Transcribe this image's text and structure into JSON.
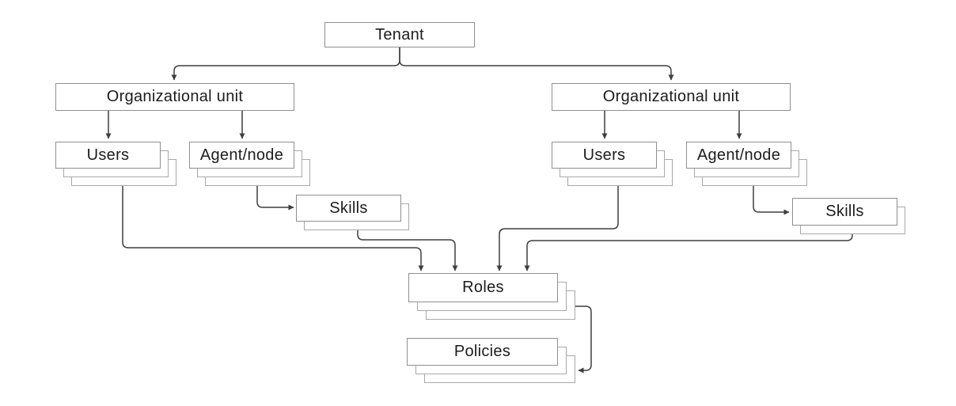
{
  "diagram": {
    "type": "hierarchy-diagram",
    "nodes": {
      "tenant": {
        "label": "Tenant",
        "stack": 1
      },
      "ou_left": {
        "label": "Organizational unit",
        "stack": 1
      },
      "ou_right": {
        "label": "Organizational unit",
        "stack": 1
      },
      "users_left": {
        "label": "Users",
        "stack": 3
      },
      "agent_left": {
        "label": "Agent/node",
        "stack": 3
      },
      "users_right": {
        "label": "Users",
        "stack": 3
      },
      "agent_right": {
        "label": "Agent/node",
        "stack": 3
      },
      "skills_left": {
        "label": "Skills",
        "stack": 2
      },
      "skills_right": {
        "label": "Skills",
        "stack": 2
      },
      "roles": {
        "label": "Roles",
        "stack": 3
      },
      "policies": {
        "label": "Policies",
        "stack": 3
      }
    },
    "edges": [
      {
        "from": "tenant",
        "to": "ou_left"
      },
      {
        "from": "tenant",
        "to": "ou_right"
      },
      {
        "from": "ou_left",
        "to": "users_left"
      },
      {
        "from": "ou_left",
        "to": "agent_left"
      },
      {
        "from": "ou_right",
        "to": "users_right"
      },
      {
        "from": "ou_right",
        "to": "agent_right"
      },
      {
        "from": "agent_left",
        "to": "skills_left"
      },
      {
        "from": "agent_right",
        "to": "skills_right"
      },
      {
        "from": "users_left",
        "to": "roles"
      },
      {
        "from": "skills_left",
        "to": "roles"
      },
      {
        "from": "users_right",
        "to": "roles"
      },
      {
        "from": "skills_right",
        "to": "roles"
      },
      {
        "from": "roles",
        "to": "policies"
      }
    ],
    "colors": {
      "connector": "#3e3e3e",
      "box_border": "#8f8f8f",
      "stack_border": "#a9a9a9",
      "text": "#1c1c1c",
      "background": "#ffffff"
    }
  }
}
